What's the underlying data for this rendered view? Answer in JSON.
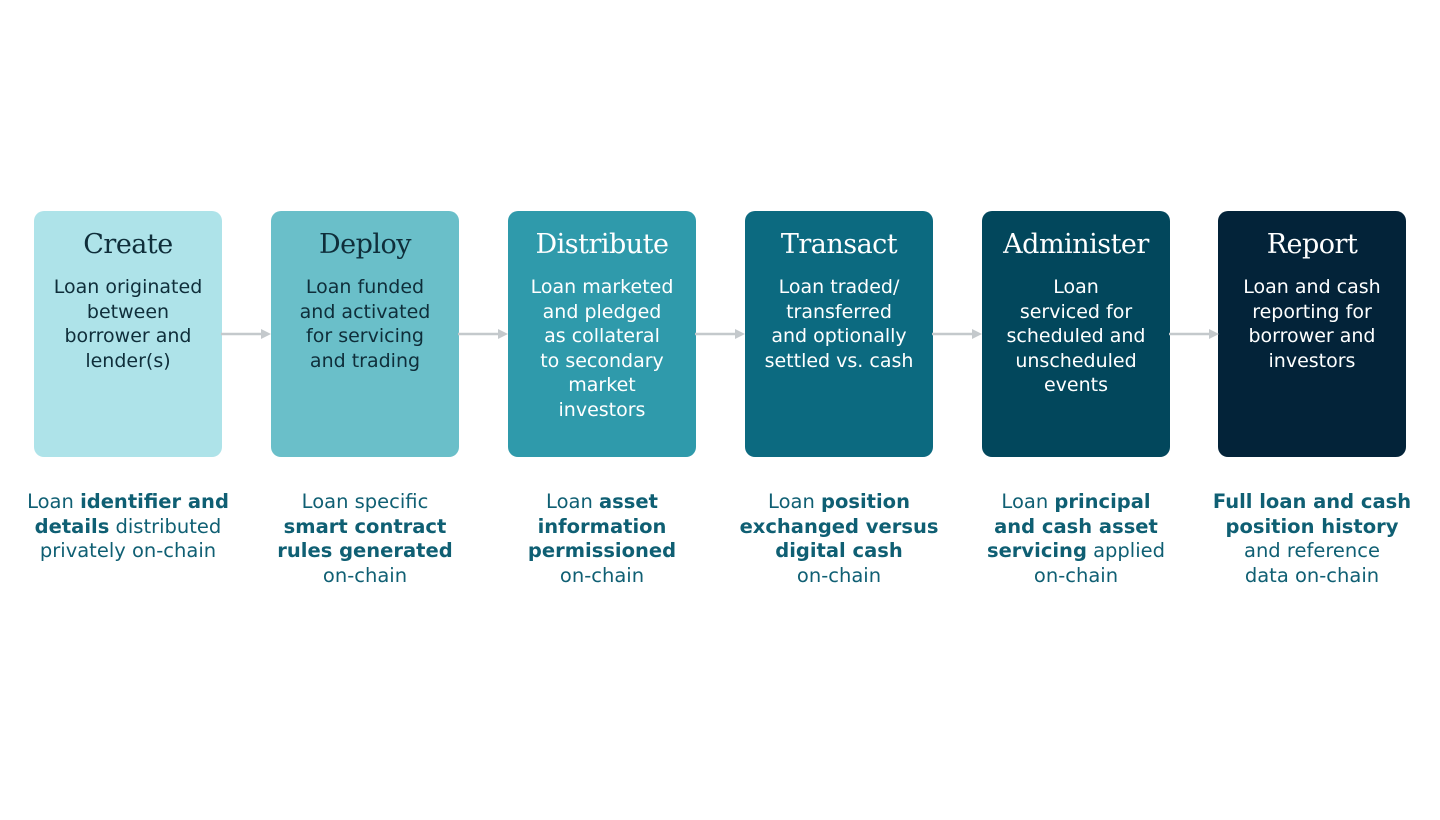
{
  "colors": {
    "step_backgrounds": [
      "#aee3e9",
      "#6abfc9",
      "#2f9aab",
      "#0c6a80",
      "#02475c",
      "#032339"
    ],
    "step_text": [
      "#0f2e3a",
      "#0f2e3a",
      "#ffffff",
      "#ffffff",
      "#ffffff",
      "#ffffff"
    ],
    "caption_text": "#0f5f73",
    "arrow": "#c4c9cc"
  },
  "steps": [
    {
      "title": "Create",
      "desc_lines": [
        "Loan originated",
        "between",
        "borrower and",
        "lender(s)"
      ],
      "caption_lines": [
        [
          {
            "t": "Loan ",
            "b": false
          },
          {
            "t": "identifier and",
            "b": true
          }
        ],
        [
          {
            "t": "details",
            "b": true
          },
          {
            "t": " distributed",
            "b": false
          }
        ],
        [
          {
            "t": "privately on-chain",
            "b": false
          }
        ]
      ]
    },
    {
      "title": "Deploy",
      "desc_lines": [
        "Loan funded",
        "and activated",
        "for servicing",
        "and trading"
      ],
      "caption_lines": [
        [
          {
            "t": "Loan specific",
            "b": false
          }
        ],
        [
          {
            "t": "smart contract",
            "b": true
          }
        ],
        [
          {
            "t": "rules generated",
            "b": true
          }
        ],
        [
          {
            "t": "on-chain",
            "b": false
          }
        ]
      ]
    },
    {
      "title": "Distribute",
      "desc_lines": [
        "Loan marketed",
        "and pledged",
        "as collateral",
        "to secondary",
        "market",
        "investors"
      ],
      "caption_lines": [
        [
          {
            "t": "Loan ",
            "b": false
          },
          {
            "t": "asset",
            "b": true
          }
        ],
        [
          {
            "t": "information",
            "b": true
          }
        ],
        [
          {
            "t": "permissioned",
            "b": true
          }
        ],
        [
          {
            "t": "on-chain",
            "b": false
          }
        ]
      ]
    },
    {
      "title": "Transact",
      "desc_lines": [
        "Loan traded/",
        "transferred",
        "and optionally",
        "settled vs. cash"
      ],
      "caption_lines": [
        [
          {
            "t": "Loan ",
            "b": false
          },
          {
            "t": "position",
            "b": true
          }
        ],
        [
          {
            "t": "exchanged versus",
            "b": true
          }
        ],
        [
          {
            "t": "digital cash",
            "b": true
          }
        ],
        [
          {
            "t": "on-chain",
            "b": false
          }
        ]
      ]
    },
    {
      "title": "Administer",
      "desc_lines": [
        "Loan",
        "serviced for",
        "scheduled and",
        "unscheduled",
        "events"
      ],
      "caption_lines": [
        [
          {
            "t": "Loan ",
            "b": false
          },
          {
            "t": "principal",
            "b": true
          }
        ],
        [
          {
            "t": "and cash asset",
            "b": true
          }
        ],
        [
          {
            "t": "servicing",
            "b": true
          },
          {
            "t": " applied",
            "b": false
          }
        ],
        [
          {
            "t": "on-chain",
            "b": false
          }
        ]
      ]
    },
    {
      "title": "Report",
      "desc_lines": [
        "Loan and cash",
        "reporting for",
        "borrower and",
        "investors"
      ],
      "caption_lines": [
        [
          {
            "t": "Full loan and cash",
            "b": true
          }
        ],
        [
          {
            "t": "position history",
            "b": true
          }
        ],
        [
          {
            "t": "and reference",
            "b": false
          }
        ],
        [
          {
            "t": "data on-chain",
            "b": false
          }
        ]
      ]
    }
  ]
}
